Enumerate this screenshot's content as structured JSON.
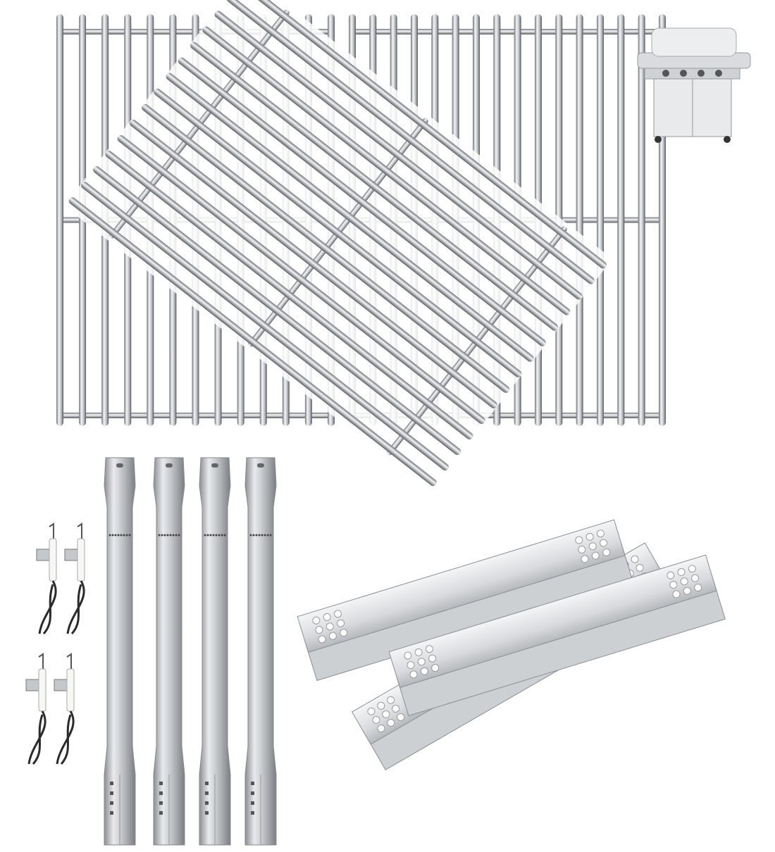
{
  "colors": {
    "background": "#ffffff",
    "steel_light": "#f2f3f4",
    "steel_mid": "#c9ccd0",
    "steel_dark": "#7d8187",
    "wire": "#2b2b2b",
    "ceramic": "#f7f7f5"
  },
  "parts": {
    "cooking_grates": 3,
    "burners": 4,
    "igniters": 4,
    "heat_plates": 3
  }
}
